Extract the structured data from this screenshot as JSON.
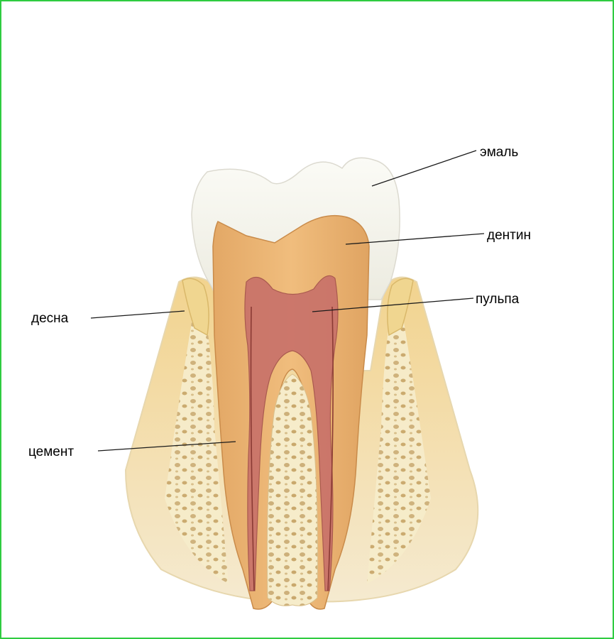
{
  "labels": {
    "enamel": "эмаль",
    "dentin": "дентин",
    "pulp": "пульпа",
    "gum": "десна",
    "cementum": "цемент"
  },
  "colors": {
    "frame": "#2ecc40",
    "background": "#ffffff",
    "enamel": "#f4f3ea",
    "dentin": "#eab273",
    "pulp": "#c9726a",
    "bone": "#f0d9a0",
    "gum": "#efd28e"
  }
}
